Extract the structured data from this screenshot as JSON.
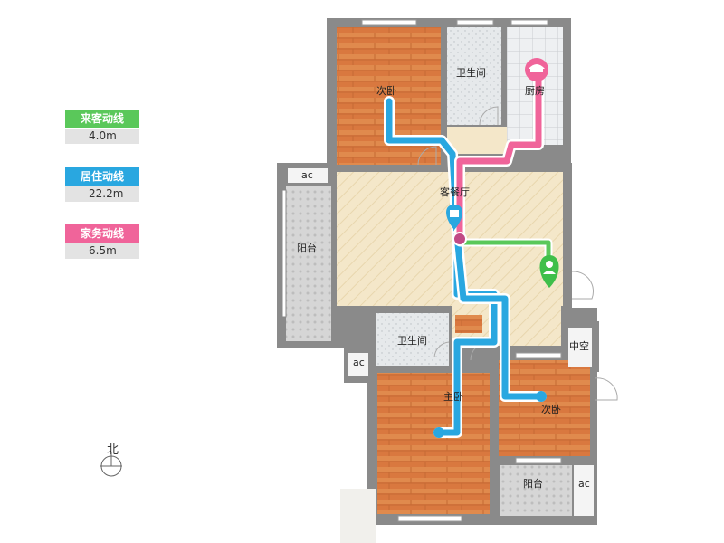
{
  "legend": [
    {
      "title": "来客动线",
      "value": "4.0m",
      "color": "#5ac85a"
    },
    {
      "title": "居住动线",
      "value": "22.2m",
      "color": "#29a7e0"
    },
    {
      "title": "家务动线",
      "value": "6.5m",
      "color": "#f0649a"
    }
  ],
  "rooms": {
    "bedroom_top": "次卧",
    "bathroom_top": "卫生间",
    "kitchen": "厨房",
    "living_dining": "客餐厅",
    "balcony_left": "阳台",
    "bathroom_middle": "卫生间",
    "void": "中空",
    "master_bedroom": "主卧",
    "bedroom_right": "次卧",
    "balcony_bottom": "阳台",
    "ac_1": "ac",
    "ac_2": "ac",
    "ac_3": "ac"
  },
  "compass": {
    "label": "北"
  },
  "colors": {
    "wall": "#8a8a8a",
    "wood_floor": "#d9783f",
    "tile_floor": "#dfe3e6",
    "living_floor": "#f3e6c8",
    "guest_route": "#5ac85a",
    "living_route": "#29a7e0",
    "chore_route": "#f0649a"
  }
}
